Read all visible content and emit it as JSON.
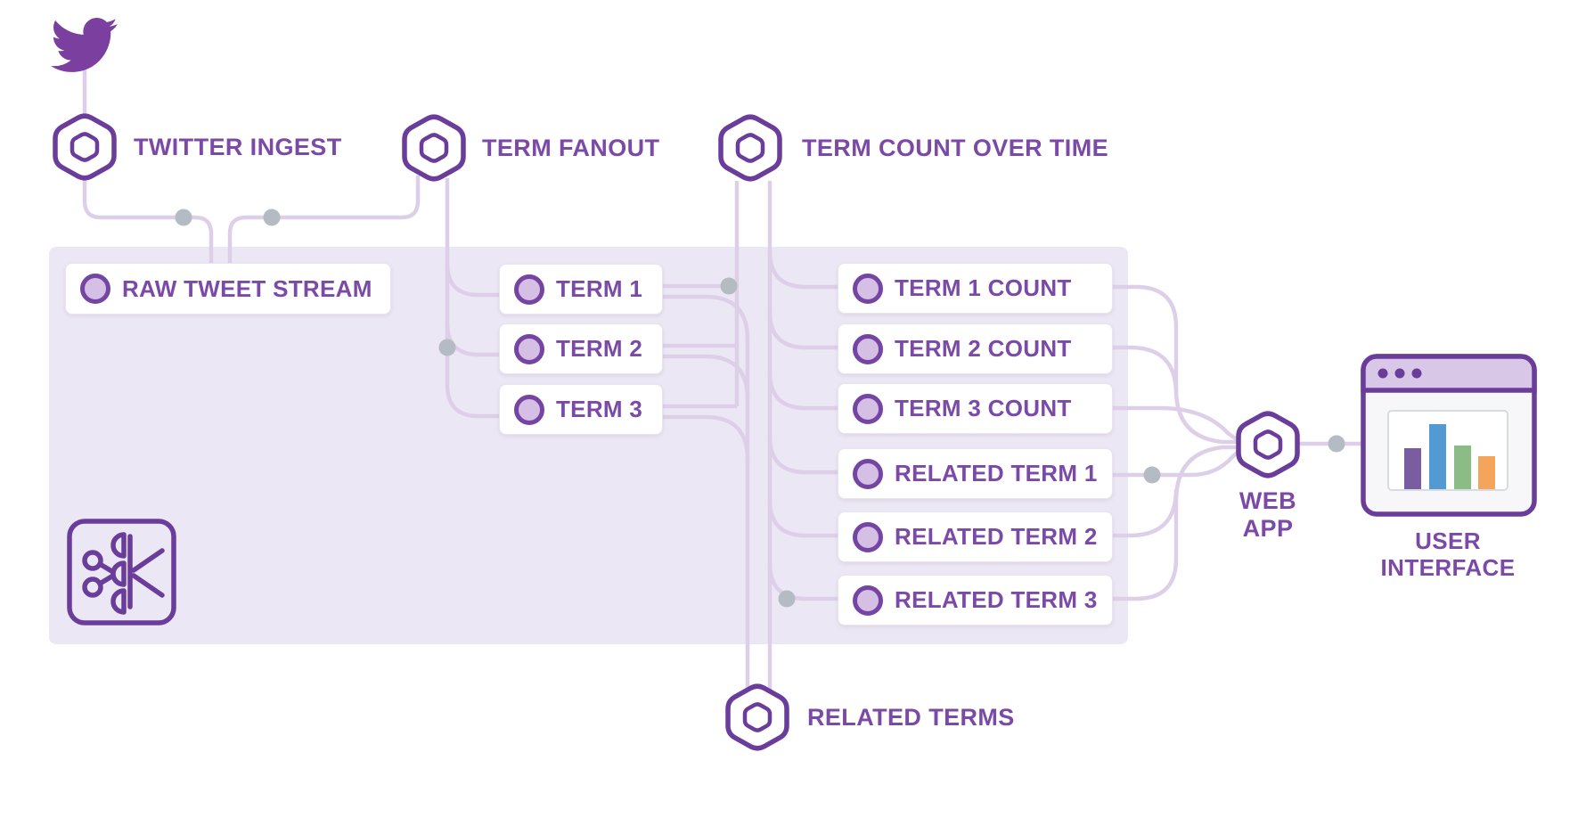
{
  "diagram": {
    "title_hint": "twitter stream processing pipeline",
    "nodes": [
      {
        "id": "twitter-ingest",
        "label": "TWITTER INGEST"
      },
      {
        "id": "term-fanout",
        "label": "TERM FANOUT"
      },
      {
        "id": "term-count-over-time",
        "label": "TERM COUNT OVER TIME"
      },
      {
        "id": "related-terms",
        "label": "RELATED TERMS"
      },
      {
        "id": "web-app",
        "label": "WEB APP"
      }
    ],
    "topics": [
      {
        "id": "raw-tweet-stream",
        "label": "RAW TWEET STREAM"
      },
      {
        "id": "term-1",
        "label": "TERM 1"
      },
      {
        "id": "term-2",
        "label": "TERM 2"
      },
      {
        "id": "term-3",
        "label": "TERM 3"
      },
      {
        "id": "term-1-count",
        "label": "TERM 1 COUNT"
      },
      {
        "id": "term-2-count",
        "label": "TERM 2 COUNT"
      },
      {
        "id": "term-3-count",
        "label": "TERM 3 COUNT"
      },
      {
        "id": "related-term-1",
        "label": "RELATED TERM 1"
      },
      {
        "id": "related-term-2",
        "label": "RELATED TERM 2"
      },
      {
        "id": "related-term-3",
        "label": "RELATED TERM 3"
      }
    ],
    "user_interface_label": "USER INTERFACE",
    "icons": [
      "twitter-bird-icon",
      "hexagon-node-icon",
      "topic-circle-icon",
      "kafka-logo-icon",
      "browser-window-icon",
      "bar-chart-icon"
    ],
    "colors": {
      "accent_purple": "#6a3d9b",
      "label_purple": "#7b49a6",
      "line_lavender": "#decfe9",
      "panel_lavender": "#ece7f4",
      "junction_gray": "#b5bbc2",
      "circle_fill": "#d5bfe4",
      "browser_header": "#d9c7e7",
      "chart_bar_colors": [
        "#7a5ca1",
        "#549ad2",
        "#8cbc85",
        "#f5a45c"
      ]
    }
  }
}
